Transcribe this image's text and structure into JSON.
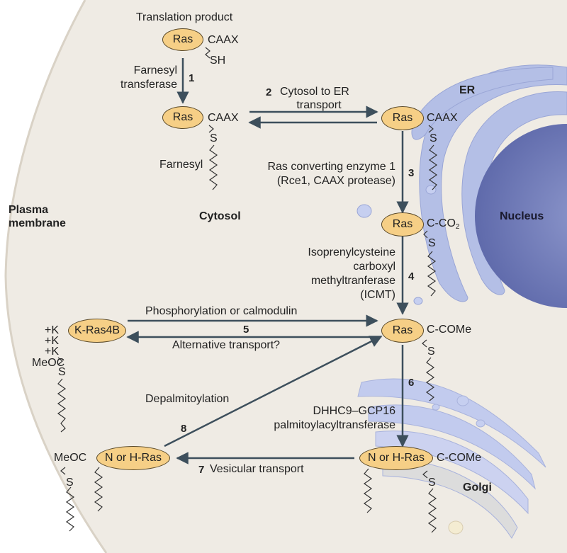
{
  "labels": {
    "translation_product": "Translation product",
    "farnesyl_transferase_1": "Farnesyl",
    "farnesyl_transferase_2": "transferase",
    "step1": "1",
    "step2": "2",
    "cytosol_to_er_1": "Cytosol to ER",
    "cytosol_to_er_2": "transport",
    "er": "ER",
    "farnesyl": "Farnesyl",
    "rce1_1": "Ras converting enzyme 1",
    "rce1_2": "(Rce1, CAAX protease)",
    "step3": "3",
    "plasma_membrane_1": "Plasma",
    "plasma_membrane_2": "membrane",
    "cytosol": "Cytosol",
    "nucleus": "Nucleus",
    "icmt_1": "Isoprenylcysteine",
    "icmt_2": "carboxyl",
    "icmt_3": "methyltranferase",
    "icmt_4": "(ICMT)",
    "step4": "4",
    "phosphorylation": "Phosphorylation or calmodulin",
    "step5": "5",
    "alt_transport": "Alternative transport?",
    "step6": "6",
    "depalmitoylation": "Depalmitoylation",
    "dhhc_1": "DHHC9–GCP16",
    "dhhc_2": "palmitoylacyltransferase",
    "step8": "8",
    "step7": "7",
    "vesicular_transport": "Vesicular transport",
    "golgi": "Golgi"
  },
  "molecules": {
    "ras": "Ras",
    "caax": "CAAX",
    "sh": "SH",
    "s": "S",
    "c_co2": "C-CO",
    "co2_sub": "2",
    "c_come": "C-COMe",
    "kras4b": "K-Ras4B",
    "plus_k": "+K",
    "meoc": "MeOC",
    "n_or_h_ras": "N or H-Ras"
  },
  "colors": {
    "pill_fill": "#f6cf86",
    "arrow": "#3d4f5c",
    "organelle": "#aeb9e0",
    "nucleus": "#6f7bb8",
    "cell": "#efebe4"
  }
}
